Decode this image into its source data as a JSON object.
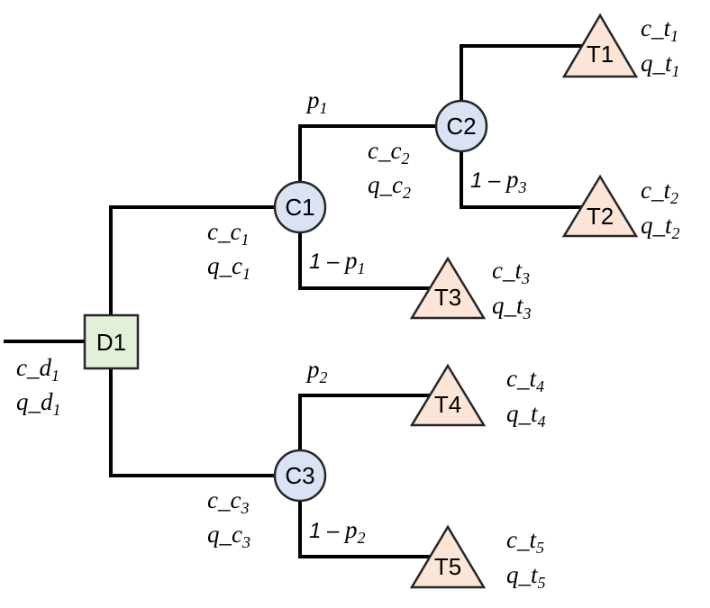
{
  "colors": {
    "decision_fill": "#e2efd9",
    "chance_fill": "#dae3f3",
    "terminal_fill": "#fbe5d6",
    "edge": "#000000"
  },
  "nodes": {
    "d1": {
      "type": "decision",
      "label": "D1"
    },
    "c1": {
      "type": "chance",
      "label": "C1"
    },
    "c2": {
      "type": "chance",
      "label": "C2"
    },
    "c3": {
      "type": "chance",
      "label": "C3"
    },
    "t1": {
      "type": "terminal",
      "label": "T1"
    },
    "t2": {
      "type": "terminal",
      "label": "T2"
    },
    "t3": {
      "type": "terminal",
      "label": "T3"
    },
    "t4": {
      "type": "terminal",
      "label": "T4"
    },
    "t5": {
      "type": "terminal",
      "label": "T5"
    }
  },
  "labels": {
    "d1_cost": {
      "base": "c_d",
      "sub": "1"
    },
    "d1_quality": {
      "base": "q_d",
      "sub": "1"
    },
    "c1_cost": {
      "base": "c_c",
      "sub": "1"
    },
    "c1_quality": {
      "base": "q_c",
      "sub": "1"
    },
    "c2_cost": {
      "base": "c_c",
      "sub": "2"
    },
    "c2_quality": {
      "base": "q_c",
      "sub": "2"
    },
    "c3_cost": {
      "base": "c_c",
      "sub": "3"
    },
    "c3_quality": {
      "base": "q_c",
      "sub": "3"
    },
    "t1_cost": {
      "base": "c_t",
      "sub": "1"
    },
    "t1_quality": {
      "base": "q_t",
      "sub": "1"
    },
    "t2_cost": {
      "base": "c_t",
      "sub": "2"
    },
    "t2_quality": {
      "base": "q_t",
      "sub": "2"
    },
    "t3_cost": {
      "base": "c_t",
      "sub": "3"
    },
    "t3_quality": {
      "base": "q_t",
      "sub": "3"
    },
    "t4_cost": {
      "base": "c_t",
      "sub": "4"
    },
    "t4_quality": {
      "base": "q_t",
      "sub": "4"
    },
    "t5_cost": {
      "base": "c_t",
      "sub": "5"
    },
    "t5_quality": {
      "base": "q_t",
      "sub": "5"
    }
  },
  "probabilities": {
    "c1_upper": {
      "prefix": "",
      "base": "p",
      "sub": "1"
    },
    "c1_lower": {
      "prefix": "1 – ",
      "base": "p",
      "sub": "1"
    },
    "c2_lower": {
      "prefix": "1 – ",
      "base": "p",
      "sub": "3"
    },
    "c3_upper": {
      "prefix": "",
      "base": "p",
      "sub": "2"
    },
    "c3_lower": {
      "prefix": "1 – ",
      "base": "p",
      "sub": "2"
    }
  }
}
